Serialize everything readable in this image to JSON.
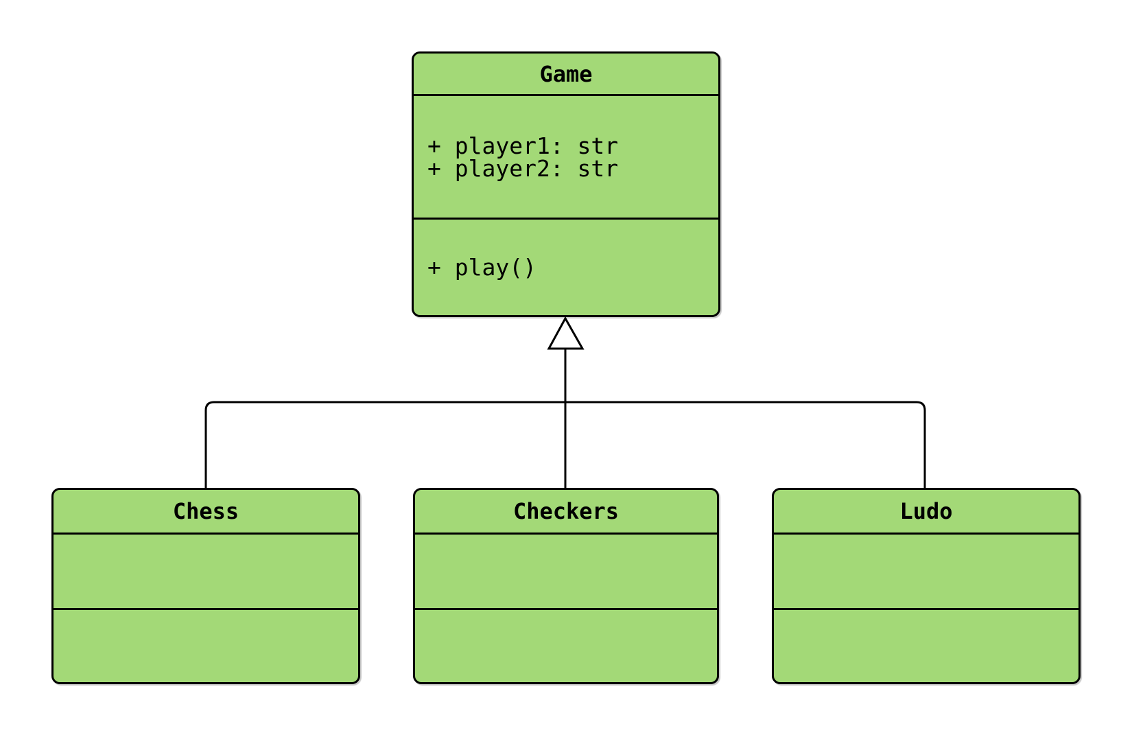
{
  "diagram": {
    "kind": "uml-class-diagram",
    "background_color": "#ffffff",
    "box_fill_color": "#a3d977",
    "stroke_color": "#000000",
    "relationship": "inheritance"
  },
  "classes": {
    "game": {
      "name": "Game",
      "attributes": [
        "+ player1: str",
        "+ player2: str"
      ],
      "methods": [
        "+ play()"
      ]
    },
    "chess": {
      "name": "Chess",
      "attributes": [],
      "methods": []
    },
    "checkers": {
      "name": "Checkers",
      "attributes": [],
      "methods": []
    },
    "ludo": {
      "name": "Ludo",
      "attributes": [],
      "methods": []
    }
  }
}
